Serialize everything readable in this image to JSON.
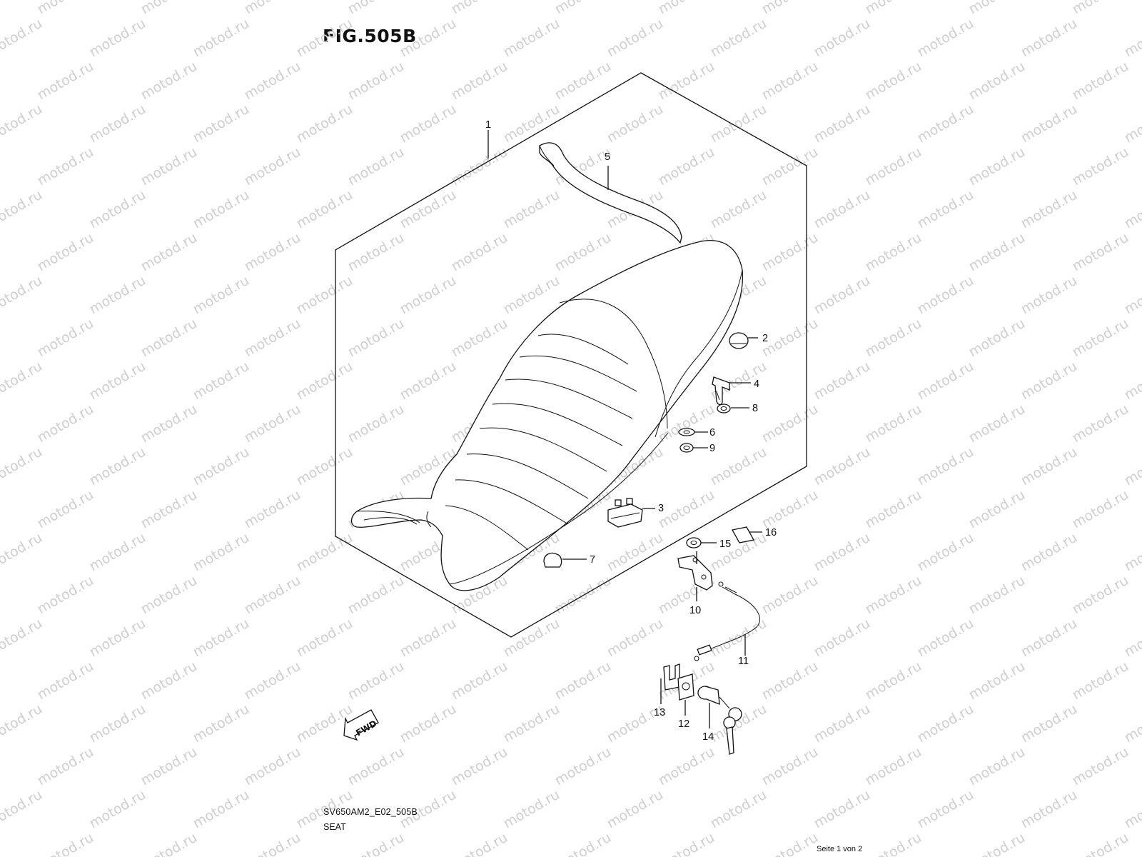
{
  "figure": {
    "title": "FIG.505B",
    "code": "SV650AM2_E02_505B",
    "caption": "SEAT",
    "page_info": "Seite 1 von 2",
    "watermark": "motod.ru",
    "fwd_label": "FWD"
  },
  "callouts": [
    "1",
    "2",
    "3",
    "4",
    "5",
    "6",
    "7",
    "8",
    "9",
    "10",
    "11",
    "12",
    "13",
    "14",
    "15",
    "16"
  ],
  "colors": {
    "ink": "#111111",
    "watermark": "#cfcfcf",
    "background": "#ffffff"
  }
}
